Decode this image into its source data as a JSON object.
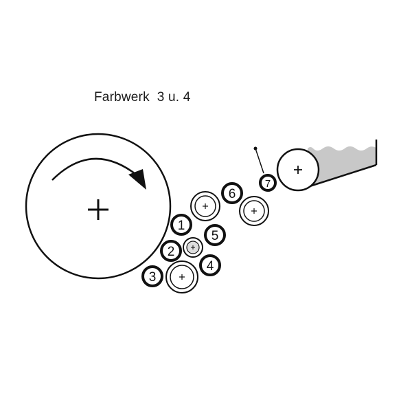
{
  "title": "Farbwerk  3 u. 4",
  "rollers": [
    {
      "id": "1",
      "label": "1"
    },
    {
      "id": "2",
      "label": "2"
    },
    {
      "id": "3",
      "label": "3"
    },
    {
      "id": "4",
      "label": "4"
    },
    {
      "id": "5",
      "label": "5"
    },
    {
      "id": "6",
      "label": "6"
    },
    {
      "id": "7",
      "label": "7"
    }
  ],
  "colors": {
    "stroke": "#111111",
    "ink": "#c8c8c8",
    "fill": "#ffffff"
  }
}
